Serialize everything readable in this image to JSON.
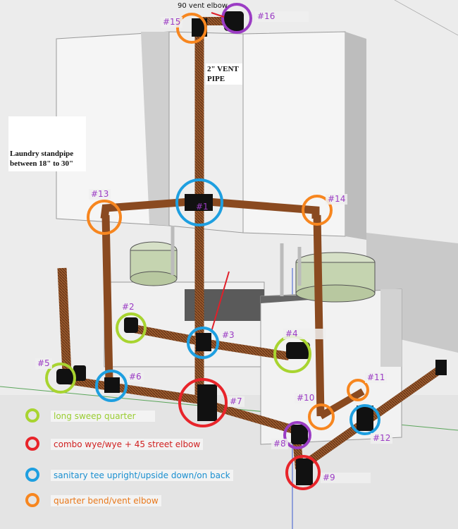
{
  "notes": {
    "vent_elbow_top": "90 vent elbow",
    "vent_pipe": "2\" VENT PIPE",
    "laundry_line1": "Laundry standpipe",
    "laundry_line2": "between 18\" to 30\""
  },
  "fitting_labels": {
    "f1": "#1",
    "f2": "#2",
    "f3": "#3",
    "f4": "#4",
    "f5": "#5",
    "f6": "#6",
    "f7": "#7",
    "f8": "#8",
    "f9": "#9",
    "f10": "#10",
    "f11": "#11",
    "f12": "#12",
    "f13": "#13",
    "f14": "#14",
    "f15": "#15",
    "f16": "#16"
  },
  "legend": [
    {
      "text": "long sweep  quarter",
      "color": "#a8d430",
      "text_color": "#9acd32"
    },
    {
      "text": "combo wye/wye + 45 street elbow",
      "color": "#e8242a",
      "text_color": "#d02020"
    },
    {
      "text": "sanitary tee upright/upside down/on back",
      "color": "#1e9fe0",
      "text_color": "#1a8fd0"
    },
    {
      "text": "quarter bend/vent elbow",
      "color": "#f7861f",
      "text_color": "#e8781a"
    }
  ],
  "colors": {
    "pipe": "#8a4a20",
    "pipe_dark": "#5a2e12",
    "cabinet": "#f3f3f3",
    "cabinet_side": "#c8c8c8",
    "floor_gray": "#cfcfcf",
    "washer_green": "#c5d4b0",
    "fitting_black": "#111111"
  }
}
